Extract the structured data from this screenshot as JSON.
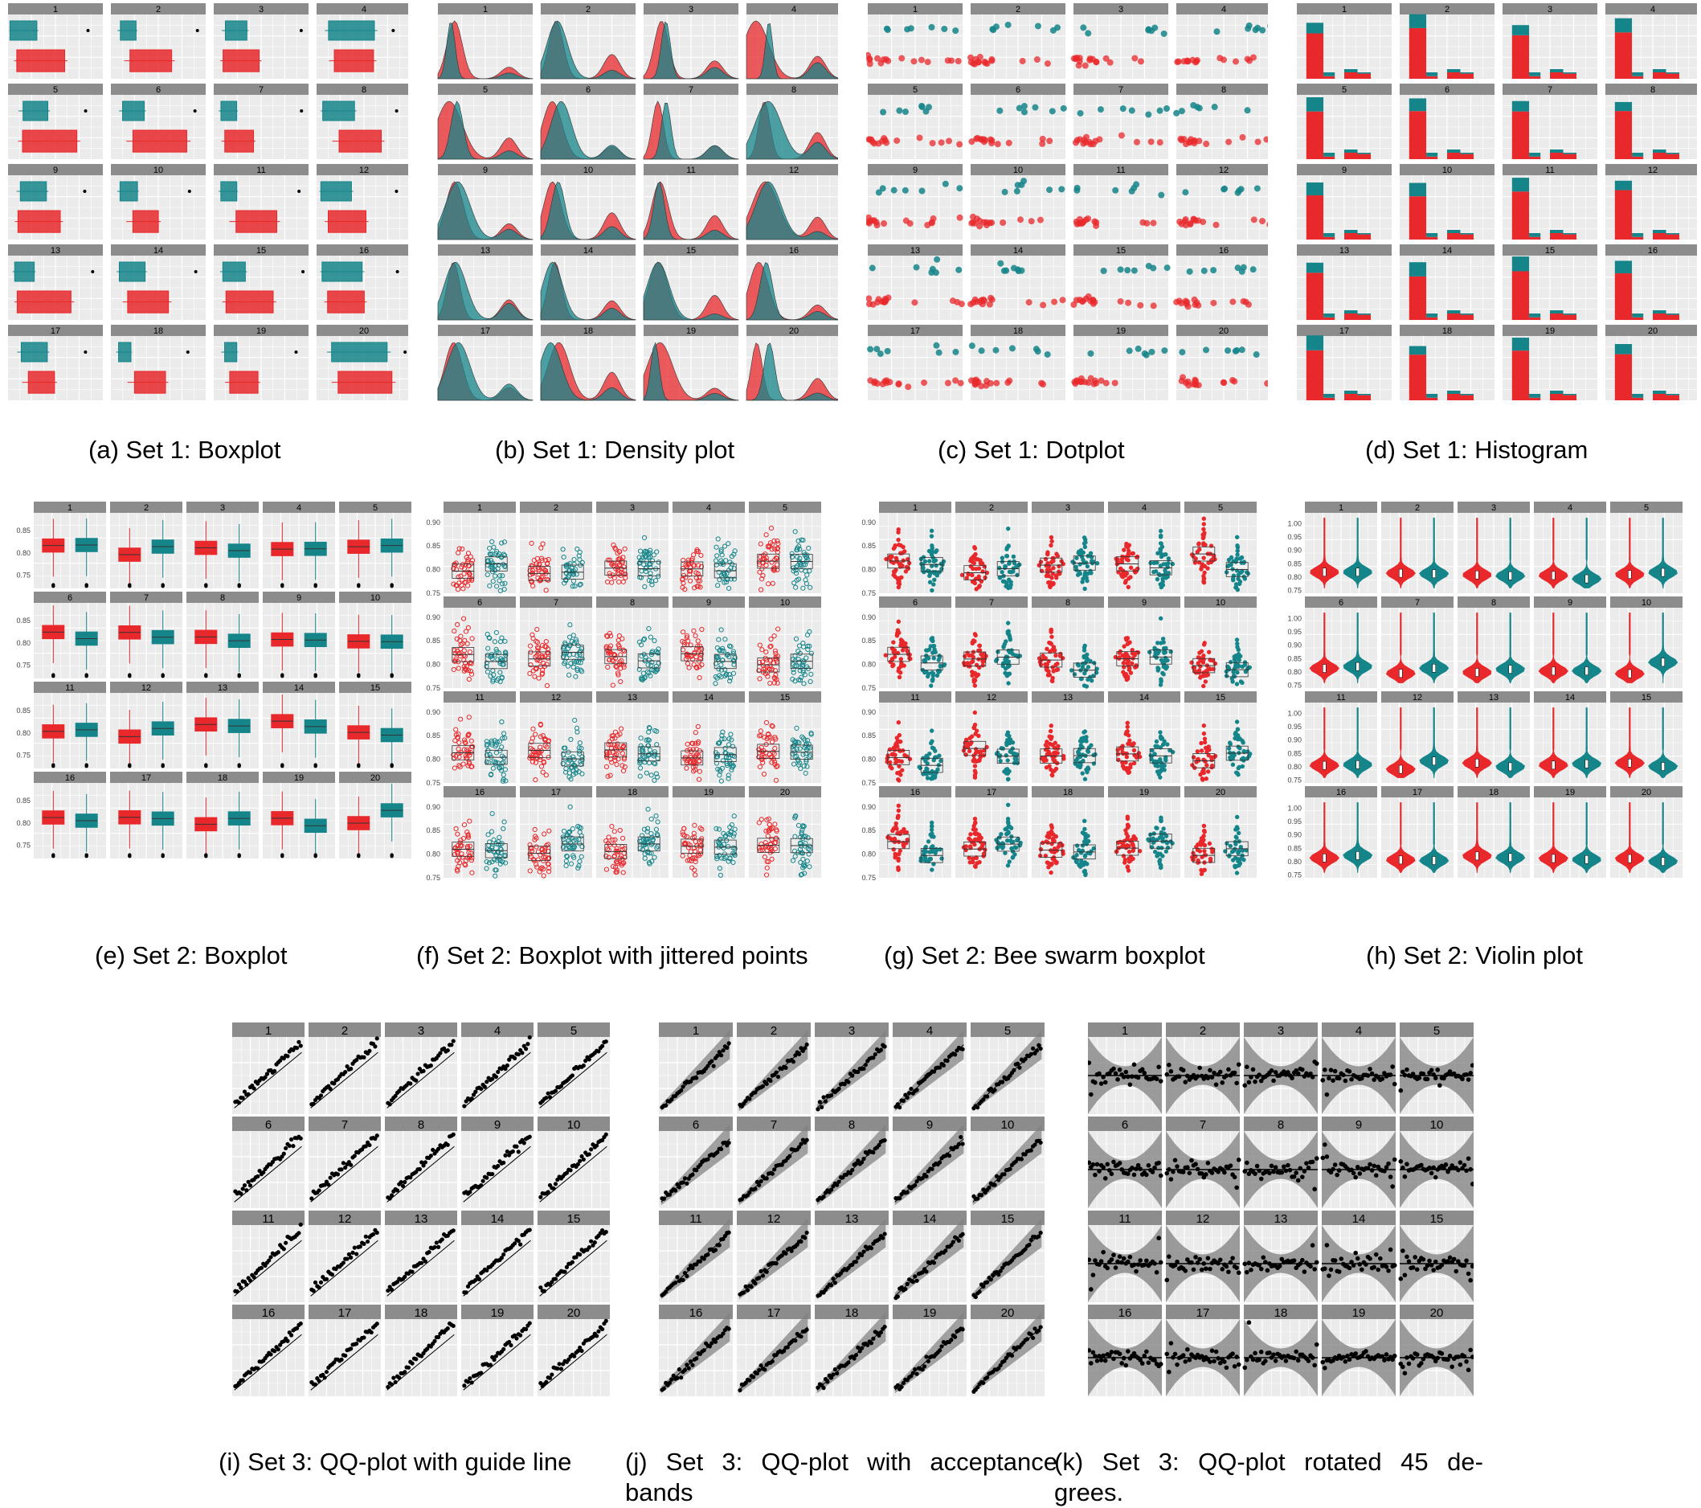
{
  "colors": {
    "panel_bg": "#ebebeb",
    "strip_bg": "#8c8c8c",
    "grid": "#ffffff",
    "red": "#e8282b",
    "teal": "#15858a",
    "black": "#000000",
    "band": "#7f7f7f"
  },
  "facet_labels": [
    "1",
    "2",
    "3",
    "4",
    "5",
    "6",
    "7",
    "8",
    "9",
    "10",
    "11",
    "12",
    "13",
    "14",
    "15",
    "16",
    "17",
    "18",
    "19",
    "20"
  ],
  "set2_yticks": [
    "0.75",
    "0.80",
    "0.85",
    "0.90"
  ],
  "violin_yticks": [
    "0.75",
    "0.80",
    "0.85",
    "0.90",
    "0.95",
    "1.00"
  ],
  "captions": {
    "a": "(a) Set 1: Boxplot",
    "b": "(b) Set 1: Density plot",
    "c": "(c) Set 1: Dotplot",
    "d": "(d) Set 1: Histogram",
    "e": "(e) Set 2: Boxplot",
    "f": "(f) Set 2: Boxplot with jittered points",
    "g": "(g) Set 2: Bee swarm boxplot",
    "h": "(h) Set 2: Violin plot",
    "i": "(i) Set 3: QQ-plot with guide line",
    "j_line1": "(j) Set 3: QQ-plot with acceptance",
    "j_line2": "bands",
    "k_line1": "(k) Set 3: QQ-plot rotated 45 de-",
    "k_line2": "grees."
  },
  "chart_data": [
    {
      "id": "a",
      "type": "boxplot",
      "facets": 20,
      "layout": "5 rows x 4 cols",
      "groups": [
        "red",
        "teal"
      ],
      "title": ""
    },
    {
      "id": "b",
      "type": "area",
      "facets": 20,
      "layout": "5 rows x 4 cols",
      "groups": [
        "red",
        "teal"
      ],
      "title": ""
    },
    {
      "id": "c",
      "type": "scatter",
      "facets": 20,
      "layout": "5 rows x 4 cols",
      "groups": [
        "red",
        "teal"
      ],
      "title": ""
    },
    {
      "id": "d",
      "type": "bar",
      "facets": 20,
      "layout": "5 rows x 4 cols",
      "stacked": true,
      "groups": [
        "red",
        "teal"
      ],
      "title": ""
    },
    {
      "id": "e",
      "type": "boxplot",
      "facets": 20,
      "layout": "4 rows x 5 cols",
      "groups": [
        "red",
        "teal"
      ],
      "ylim": [
        0.72,
        0.89
      ],
      "yticks": [
        0.75,
        0.8,
        0.85
      ]
    },
    {
      "id": "f",
      "type": "boxplot",
      "facets": 20,
      "layout": "4 rows x 5 cols",
      "jitter": true,
      "groups": [
        "red",
        "teal"
      ],
      "ylim": [
        0.75,
        0.92
      ],
      "yticks": [
        0.75,
        0.8,
        0.85,
        0.9
      ]
    },
    {
      "id": "g",
      "type": "boxplot",
      "facets": 20,
      "layout": "4 rows x 5 cols",
      "beeswarm": true,
      "groups": [
        "red",
        "teal"
      ],
      "ylim": [
        0.75,
        0.92
      ],
      "yticks": [
        0.75,
        0.8,
        0.85,
        0.9
      ]
    },
    {
      "id": "h",
      "type": "violin",
      "facets": 20,
      "layout": "4 rows x 5 cols",
      "groups": [
        "red",
        "teal"
      ],
      "ylim": [
        0.74,
        1.04
      ],
      "yticks": [
        0.75,
        0.8,
        0.85,
        0.9,
        0.95,
        1.0
      ]
    },
    {
      "id": "i",
      "type": "scatter",
      "facets": 20,
      "layout": "4 rows x 5 cols",
      "guide_line": true
    },
    {
      "id": "j",
      "type": "scatter",
      "facets": 20,
      "layout": "4 rows x 5 cols",
      "acceptance_bands": true
    },
    {
      "id": "k",
      "type": "scatter",
      "facets": 20,
      "layout": "4 rows x 5 cols",
      "rotated": true,
      "reference_line": true,
      "acceptance_bands": true
    }
  ]
}
